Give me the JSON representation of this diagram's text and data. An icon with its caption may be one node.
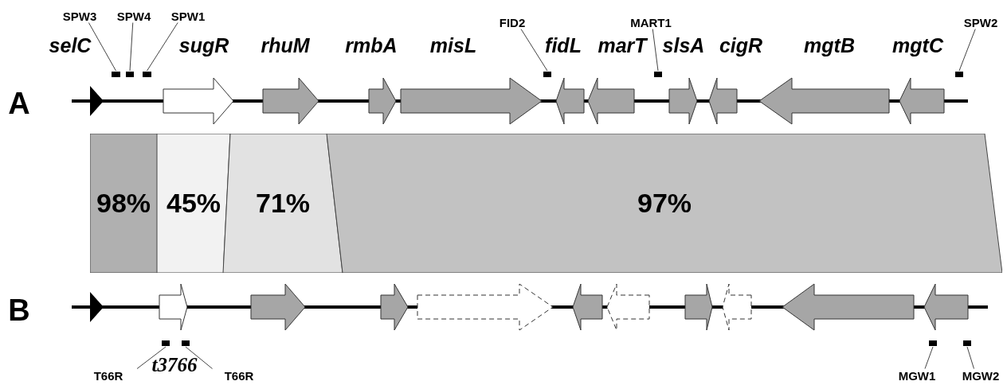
{
  "diagram": {
    "nodes": [
      {
        "text": [
          "SPW3"
        ]
      },
      {
        "text": [],
        "shape": "box"
      },
      {
        "text": [
          "SPW4"
        ]
      },
      {
        "text": [],
        "shape": "box"
      },
      {
        "text": [
          "SPW1"
        ]
      },
      {
        "text": [],
        "shape": "box"
      },
      {
        "text": [
          "FID2"
        ]
      },
      {
        "text": [],
        "shape": "box"
      },
      {
        "text": [
          "MART1"
        ]
      },
      {
        "text": [],
        "shape": "box"
      },
      {
        "text": [
          "SPW2"
        ]
      },
      {
        "text": [],
        "shape": "box"
      },
      {
        "text": [
          "98%"
        ]
      },
      {
        "text": [
          "45%"
        ]
      },
      {
        "text": [
          "71%"
        ]
      },
      {
        "text": [
          "97%"
        ]
      },
      {
        "text": [
          "T66R"
        ]
      },
      {
        "text": [],
        "shape": "box"
      },
      {
        "text": [
          "T66R"
        ]
      },
      {
        "text": [],
        "shape": "box"
      },
      {
        "text": [
          "MGW1"
        ]
      },
      {
        "text": [],
        "shape": "box"
      },
      {
        "text": [
          "MGW2"
        ]
      },
      {
        "text": [],
        "shape": "box"
      },
      {
        "text": [],
        "shape": "triangle"
      },
      {
        "text": [],
        "shape": "arrow"
      },
      {
        "text": [],
        "shape": "arrow"
      },
      {
        "text": [],
        "shape": "arrow"
      },
      {
        "text": [],
        "shape": "arrow"
      },
      {
        "text": [],
        "shape": "arrow"
      },
      {
        "text": [],
        "shape": "arrow"
      },
      {
        "text": [],
        "shape": "arrow"
      },
      {
        "text": [],
        "shape": "arrow"
      },
      {
        "text": [],
        "shape": "arrow"
      },
      {
        "text": [],
        "shape": "arrow"
      },
      {
        "text": [],
        "shape": "triangle"
      },
      {
        "text": [],
        "shape": "arrow"
      },
      {
        "text": [],
        "shape": "arrow"
      },
      {
        "text": [],
        "shape": "arrow"
      },
      {
        "text": [],
        "shape": "arrow"
      },
      {
        "text": [],
        "shape": "arrow"
      },
      {
        "text": [],
        "shape": "arrow"
      },
      {
        "text": [],
        "shape": "arrow"
      },
      {
        "text": [],
        "shape": "arrow"
      },
      {
        "text": [],
        "shape": "arrow"
      },
      {
        "text": [],
        "shape": "arrow"
      }
    ],
    "edges": [
      {
        "from": 0,
        "to": 1,
        "arrow": "none"
      },
      {
        "from": 2,
        "to": 3,
        "arrow": "none"
      },
      {
        "from": 4,
        "to": 5,
        "arrow": "none"
      },
      {
        "from": 6,
        "to": 7,
        "arrow": "none"
      },
      {
        "from": 8,
        "to": 9,
        "arrow": "none"
      },
      {
        "from": 10,
        "to": 11,
        "arrow": "none"
      },
      {
        "from": 16,
        "to": 17,
        "arrow": "none"
      },
      {
        "from": 18,
        "to": 19,
        "arrow": "none"
      },
      {
        "from": 20,
        "to": 21,
        "arrow": "none"
      },
      {
        "from": 22,
        "to": 23,
        "arrow": "none"
      }
    ],
    "labels": [
      "selC",
      "sugR",
      "rhuM",
      "rmbA",
      "misL",
      "fidL",
      "marT",
      "slsA",
      "cigR",
      "mgtB",
      "mgtC",
      "A",
      "B",
      "t3766"
    ]
  }
}
